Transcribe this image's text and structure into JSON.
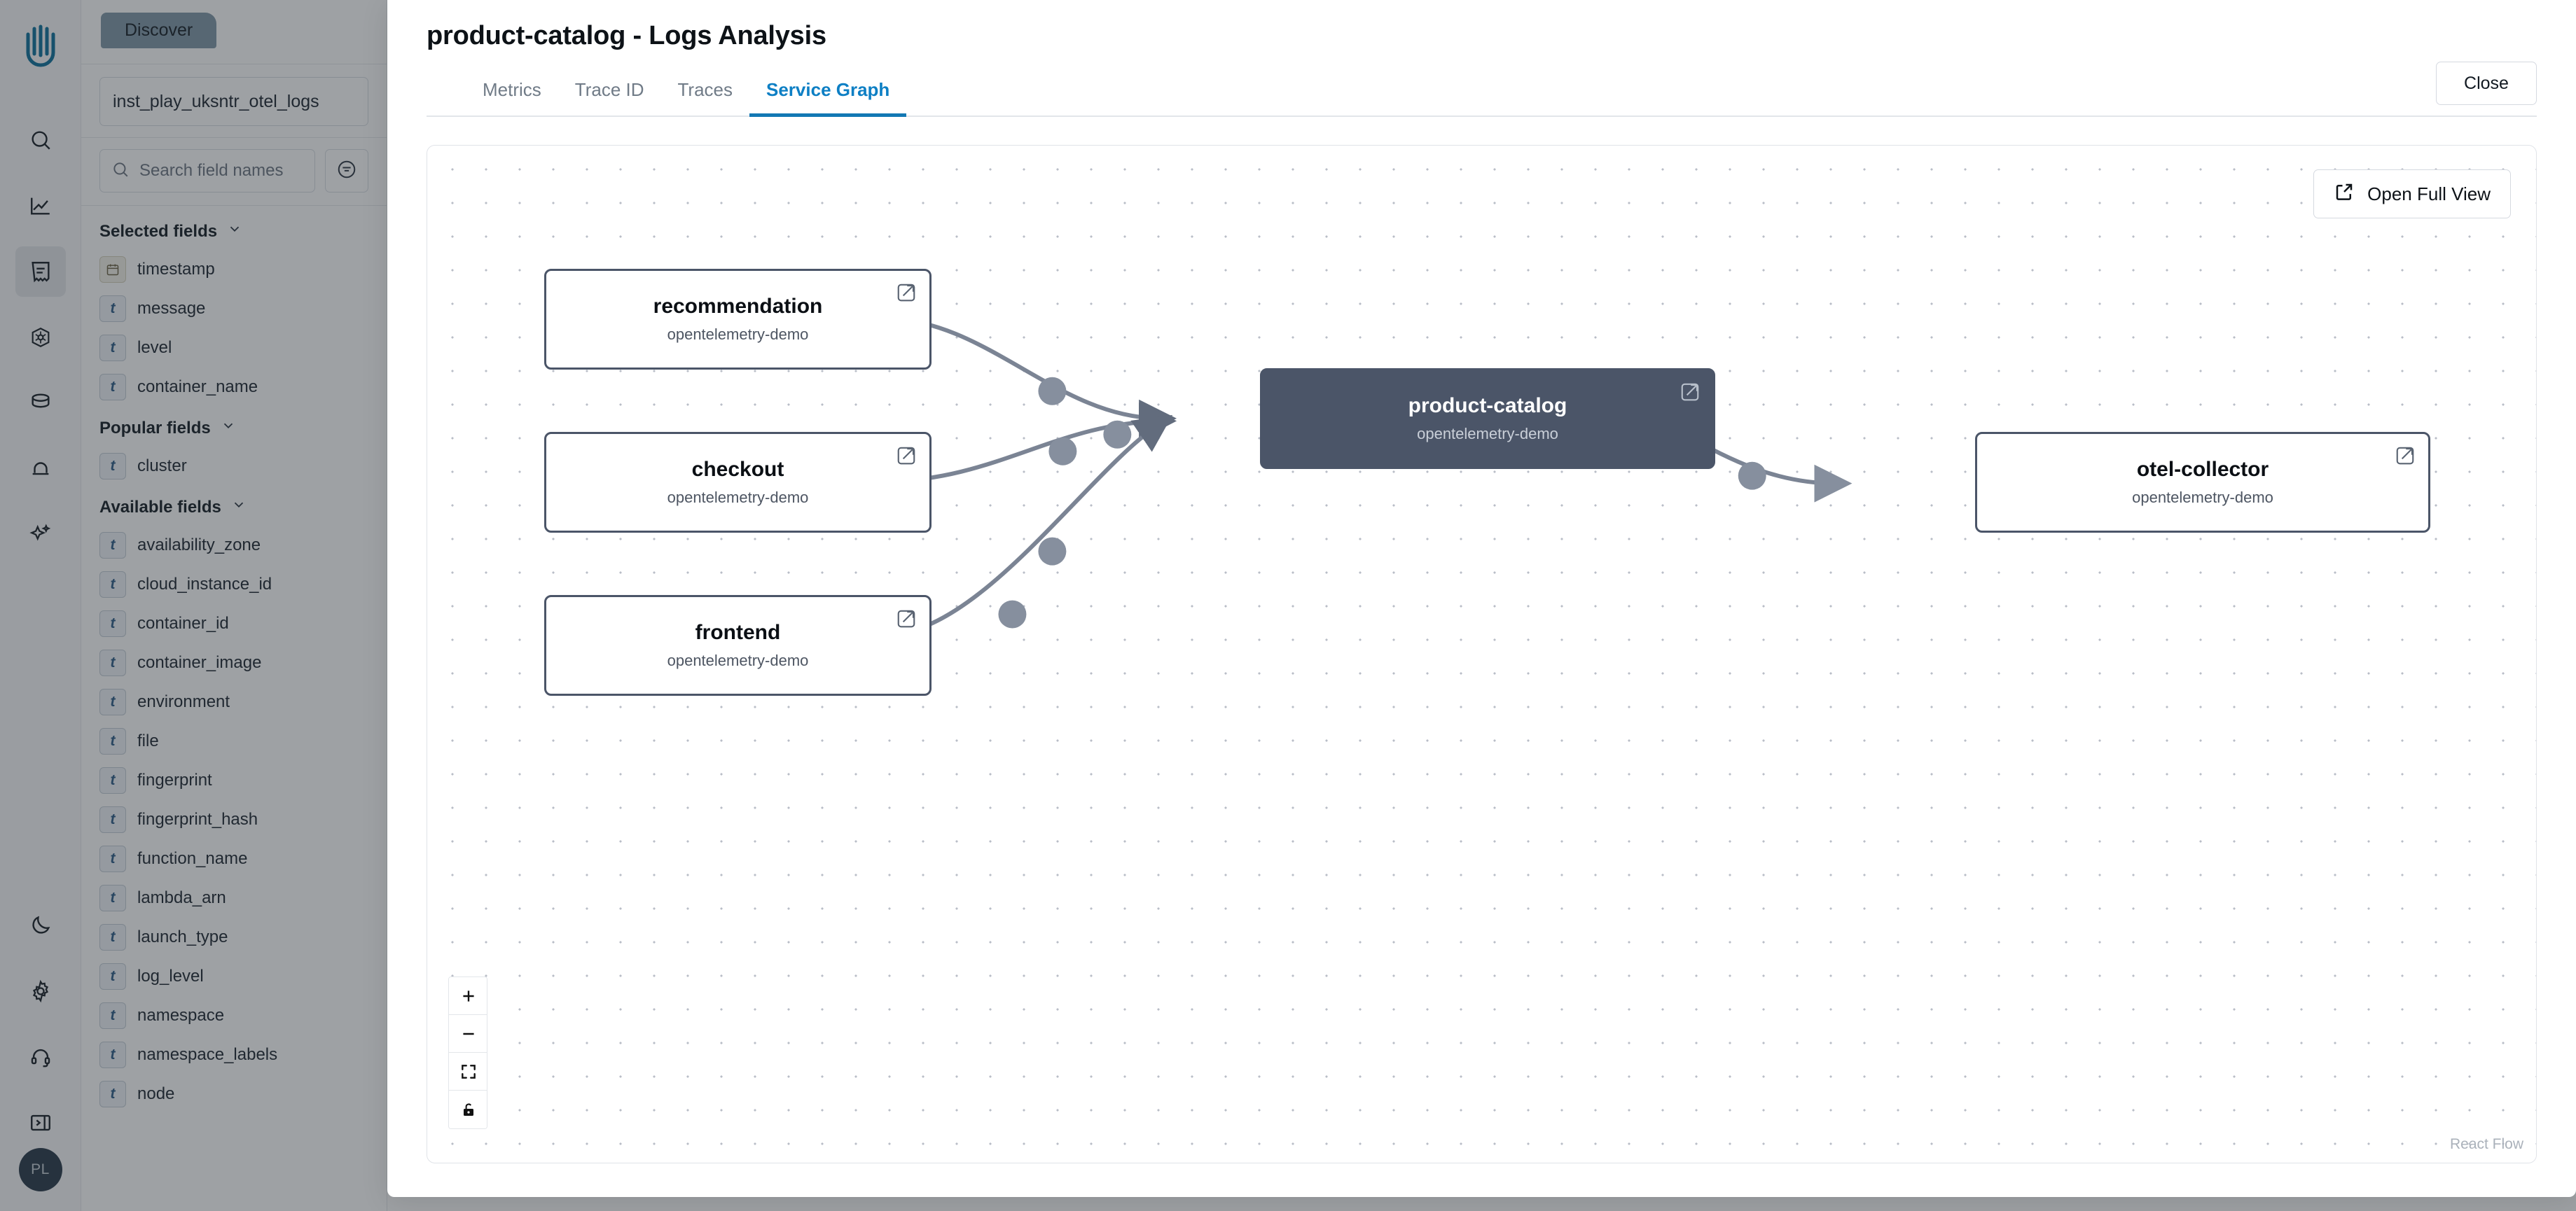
{
  "rail": {
    "logo_icon": "chronosphere-logo-icon",
    "items": [
      {
        "icon": "search-icon",
        "name": "search"
      },
      {
        "icon": "line-chart-icon",
        "name": "metrics"
      },
      {
        "icon": "logs-icon",
        "name": "logs",
        "active": true
      },
      {
        "icon": "kubernetes-icon",
        "name": "kubernetes"
      },
      {
        "icon": "database-icon",
        "name": "data"
      },
      {
        "icon": "bell-icon",
        "name": "alerts"
      },
      {
        "icon": "sparkle-icon",
        "name": "assistant"
      }
    ],
    "bottom_items": [
      {
        "icon": "moon-icon",
        "name": "dark-mode"
      },
      {
        "icon": "gear-icon",
        "name": "settings"
      },
      {
        "icon": "headset-icon",
        "name": "support"
      },
      {
        "icon": "collapse-panel-icon",
        "name": "collapse-panel"
      }
    ],
    "avatar_initials": "PL"
  },
  "sidebar": {
    "tab_label": "Discover",
    "datasource_value": "inst_play_uksntr_otel_logs",
    "search_placeholder": "Search field names",
    "search_icon": "search-icon",
    "filter_icon": "filter-icon",
    "chevron_icon": "chevron-down-icon",
    "groups": [
      {
        "label": "Selected fields",
        "fields": [
          {
            "name": "timestamp",
            "type": "date"
          },
          {
            "name": "message",
            "type": "t"
          },
          {
            "name": "level",
            "type": "t"
          },
          {
            "name": "container_name",
            "type": "t"
          }
        ]
      },
      {
        "label": "Popular fields",
        "fields": [
          {
            "name": "cluster",
            "type": "t"
          }
        ]
      },
      {
        "label": "Available fields",
        "fields": [
          {
            "name": "availability_zone",
            "type": "t"
          },
          {
            "name": "cloud_instance_id",
            "type": "t"
          },
          {
            "name": "container_id",
            "type": "t"
          },
          {
            "name": "container_image",
            "type": "t"
          },
          {
            "name": "environment",
            "type": "t"
          },
          {
            "name": "file",
            "type": "t"
          },
          {
            "name": "fingerprint",
            "type": "t"
          },
          {
            "name": "fingerprint_hash",
            "type": "t"
          },
          {
            "name": "function_name",
            "type": "t"
          },
          {
            "name": "lambda_arn",
            "type": "t"
          },
          {
            "name": "launch_type",
            "type": "t"
          },
          {
            "name": "log_level",
            "type": "t"
          },
          {
            "name": "namespace",
            "type": "t"
          },
          {
            "name": "namespace_labels",
            "type": "t"
          },
          {
            "name": "node",
            "type": "t"
          }
        ]
      }
    ]
  },
  "modal": {
    "title": "product-catalog - Logs Analysis",
    "close_label": "Close",
    "tabs": [
      {
        "label": "Metrics",
        "active": false
      },
      {
        "label": "Trace ID",
        "active": false
      },
      {
        "label": "Traces",
        "active": false
      },
      {
        "label": "Service Graph",
        "active": true
      }
    ],
    "accent_color": "#0d7fc4"
  },
  "graph": {
    "open_full_view_label": "Open Full View",
    "open_full_view_icon": "external-link-icon",
    "attribution": "React Flow",
    "node_open_icon": "external-link-icon",
    "node_border_color": "#4b5568",
    "highlight_fill": "#4b5568",
    "edge_color": "#7b8494",
    "nodes": [
      {
        "id": "recommendation",
        "title": "recommendation",
        "subtitle": "opentelemetry-demo",
        "highlight": false
      },
      {
        "id": "checkout",
        "title": "checkout",
        "subtitle": "opentelemetry-demo",
        "highlight": false
      },
      {
        "id": "frontend",
        "title": "frontend",
        "subtitle": "opentelemetry-demo",
        "highlight": false
      },
      {
        "id": "product-catalog",
        "title": "product-catalog",
        "subtitle": "opentelemetry-demo",
        "highlight": true
      },
      {
        "id": "otel-collector",
        "title": "otel-collector",
        "subtitle": "opentelemetry-demo",
        "highlight": false
      }
    ],
    "edges": [
      {
        "from": "recommendation",
        "to": "product-catalog"
      },
      {
        "from": "checkout",
        "to": "product-catalog"
      },
      {
        "from": "frontend",
        "to": "product-catalog"
      },
      {
        "from": "product-catalog",
        "to": "otel-collector"
      }
    ],
    "controls": [
      {
        "icon": "plus-icon",
        "name": "zoom-in"
      },
      {
        "icon": "minus-icon",
        "name": "zoom-out"
      },
      {
        "icon": "fit-view-icon",
        "name": "fit-view"
      },
      {
        "icon": "lock-icon",
        "name": "toggle-interactivity"
      }
    ]
  }
}
